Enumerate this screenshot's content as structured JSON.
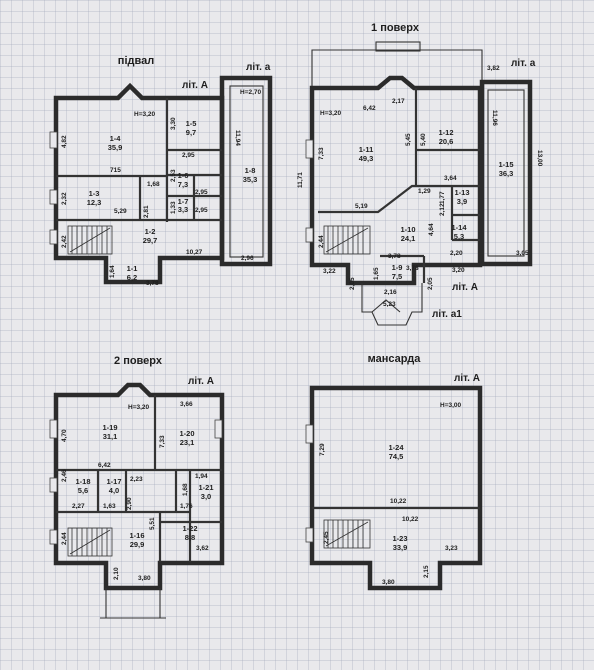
{
  "sheets": {
    "basement": {
      "title": "підвал",
      "lit_main": "літ. А",
      "lit_annex": "літ. а",
      "rooms": [
        {
          "id": "1-4",
          "area": "35,9"
        },
        {
          "id": "1-5",
          "area": "9,7"
        },
        {
          "id": "1-6",
          "area": "7,3"
        },
        {
          "id": "1-7",
          "area": "3,3"
        },
        {
          "id": "1-3",
          "area": "12,3"
        },
        {
          "id": "1-2",
          "area": "29,7"
        },
        {
          "id": "1-1",
          "area": "6,2"
        },
        {
          "id": "1-8",
          "area": "35,3"
        }
      ],
      "dims": [
        "Н=3,20",
        "Н=2,70",
        "4,82",
        "3,30",
        "715",
        "2,95",
        "1,68",
        "2,53",
        "2,95",
        "1,33",
        "2,95",
        "2,32",
        "5,29",
        "2,81",
        "2,42",
        "10,27",
        "1,64",
        "3,78",
        "11,94",
        "2,96"
      ]
    },
    "floor1": {
      "title": "1 поверх",
      "lit_main": "літ. А",
      "lit_annex": "літ. а",
      "lit_annex1": "літ. а1",
      "rooms": [
        {
          "id": "1-11",
          "area": "49,3"
        },
        {
          "id": "1-12",
          "area": "20,6"
        },
        {
          "id": "1-15",
          "area": "36,3"
        },
        {
          "id": "1-10",
          "area": "24,1"
        },
        {
          "id": "1-13",
          "area": "3,9"
        },
        {
          "id": "1-14",
          "area": "5,3"
        },
        {
          "id": "1-9",
          "area": "7,5"
        }
      ],
      "dims": [
        "3,82",
        "Н=3,20",
        "6,42",
        "2,17",
        "11,71",
        "7,33",
        "5,45",
        "5,40",
        "11,96",
        "13,00",
        "1,29",
        "3,64",
        "5,19",
        "1,77",
        "2,12",
        "4,64",
        "2,44",
        "3,78",
        "2,20",
        "3,22",
        "1,65",
        "3,78",
        "3,20",
        "3,05",
        "2,05",
        "2,16",
        "2,05",
        "5,23"
      ]
    },
    "floor2": {
      "title": "2 поверх",
      "lit_main": "літ. А",
      "rooms": [
        {
          "id": "1-19",
          "area": "31,1"
        },
        {
          "id": "1-20",
          "area": "23,1"
        },
        {
          "id": "1-18",
          "area": "5,6"
        },
        {
          "id": "1-17",
          "area": "4,0"
        },
        {
          "id": "1-21",
          "area": "3,0"
        },
        {
          "id": "1-16",
          "area": "29,9"
        },
        {
          "id": "1-22",
          "area": "8,8"
        }
      ],
      "dims": [
        "Н=3,20",
        "3,66",
        "4,70",
        "7,33",
        "6,42",
        "1,94",
        "2,46",
        "2,23",
        "1,68",
        "1,76",
        "2,27",
        "1,63",
        "2,90",
        "5,51",
        "2,44",
        "3,62",
        "2,10",
        "3,80"
      ]
    },
    "attic": {
      "title": "мансарда",
      "lit_main": "літ. А",
      "rooms": [
        {
          "id": "1-24",
          "area": "74,5"
        },
        {
          "id": "1-23",
          "area": "33,9"
        }
      ],
      "dims": [
        "Н=3,00",
        "7,29",
        "10,22",
        "10,22",
        "2,45",
        "3,23",
        "2,15",
        "3,80"
      ]
    }
  }
}
